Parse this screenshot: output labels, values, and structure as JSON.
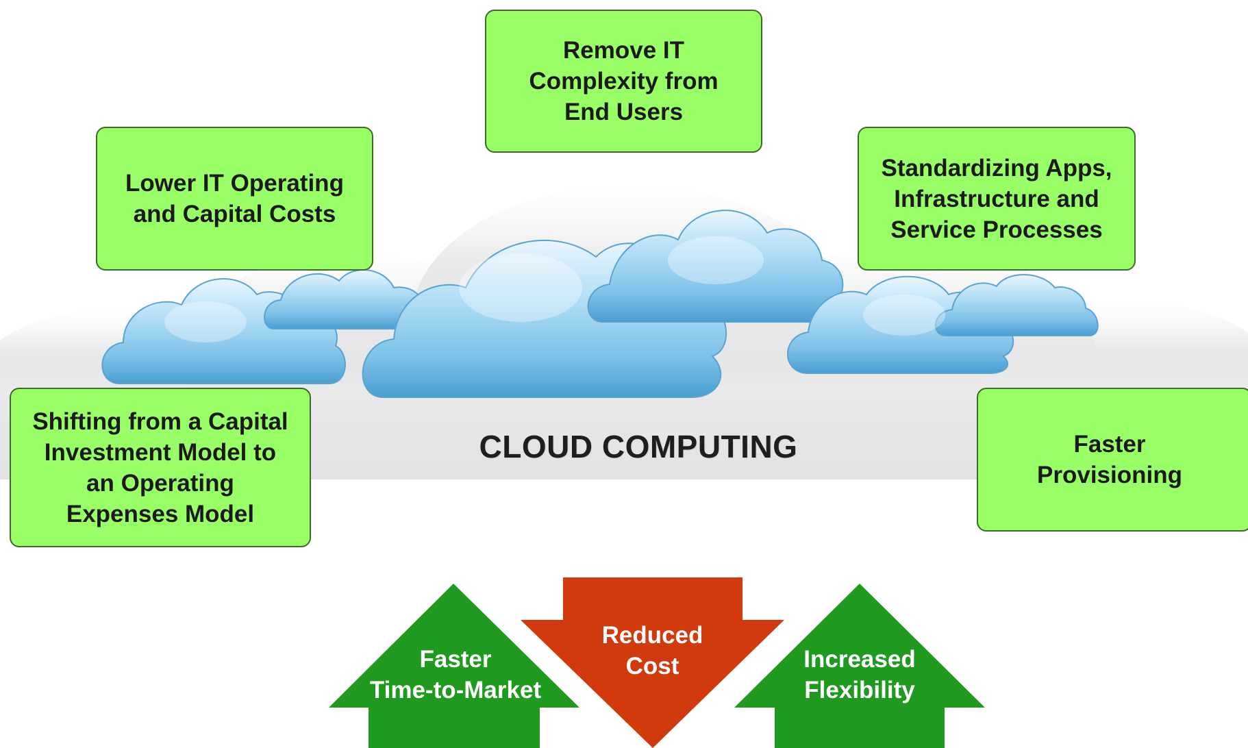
{
  "title": "CLOUD COMPUTING",
  "benefit_boxes": {
    "complexity": "Remove IT\nComplexity from\nEnd Users",
    "lower_costs": "Lower IT Operating\nand Capital Costs",
    "standardizing": "Standardizing Apps,\nInfrastructure and\nService Processes",
    "shifting": "Shifting from a Capital\nInvestment Model to\nan Operating\nExpenses Model",
    "faster_provisioning": "Faster\nProvisioning"
  },
  "outcome_arrows": {
    "time_to_market": {
      "label": "Faster\nTime-to-Market",
      "direction": "up",
      "color": "#1f9a1f"
    },
    "reduced_cost": {
      "label": "Reduced\nCost",
      "direction": "down",
      "color": "#d13a0c"
    },
    "flexibility": {
      "label": "Increased\nFlexibility",
      "direction": "up",
      "color": "#1f9a1f"
    }
  },
  "colors": {
    "box_fill": "#99ff66",
    "cloud_blue": "#7ec4ea",
    "background_grey": "#e6e6e6"
  }
}
